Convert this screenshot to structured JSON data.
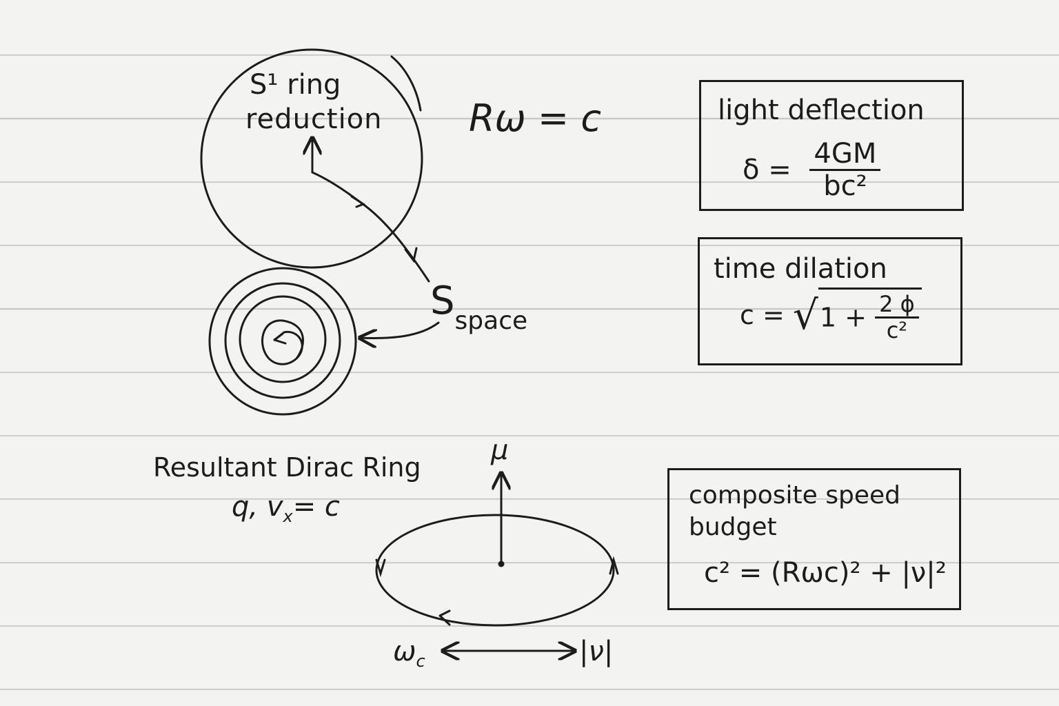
{
  "diagram": {
    "top_circle": {
      "label_line1": "S¹ ring",
      "label_line2": "reduction"
    },
    "relation_top": "Rω = c",
    "spiral_label_main": "S",
    "spiral_label_sub": "space",
    "dirac": {
      "title": "Resultant Dirac Ring",
      "subtitle": "q, v",
      "subtitle_sub": "x",
      "subtitle_rest": "= c",
      "axis_label": "μ",
      "bottom_left": "ω",
      "bottom_left_sub": "c",
      "bottom_right": "|ν|"
    },
    "boxes": [
      {
        "title": "light deflection",
        "lhs": "δ =",
        "numerator": "4GM",
        "denominator": "bc²"
      },
      {
        "title": "time dilation",
        "lhs": "c =",
        "radical_prefix": "1 +",
        "numerator": "2 ϕ",
        "denominator": "c²"
      },
      {
        "title_line1": "composite speed",
        "title_line2": "budget",
        "equation": "c² = (Rωc)² + |ν|²"
      }
    ]
  },
  "colors": {
    "ink": "#1c1c1c",
    "paper": "#f3f3f1",
    "rule": "#c9c9c6"
  }
}
